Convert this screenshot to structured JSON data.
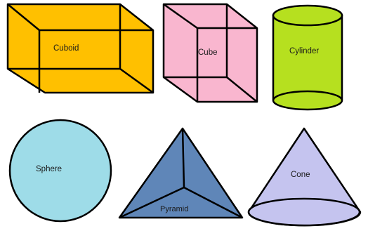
{
  "shapes": {
    "cuboid": {
      "label": "Cuboid",
      "color": "#ffc000"
    },
    "cube": {
      "label": "Cube",
      "color": "#f9b6cf"
    },
    "cylinder": {
      "label": "Cylinder",
      "color": "#b6e01f"
    },
    "sphere": {
      "label": "Sphere",
      "color": "#9edce8"
    },
    "pyramid": {
      "label": "Pyramid",
      "color": "#5f86b8"
    },
    "cone": {
      "label": "Cone",
      "color": "#c5c4ef"
    }
  },
  "line_color": "#000000"
}
